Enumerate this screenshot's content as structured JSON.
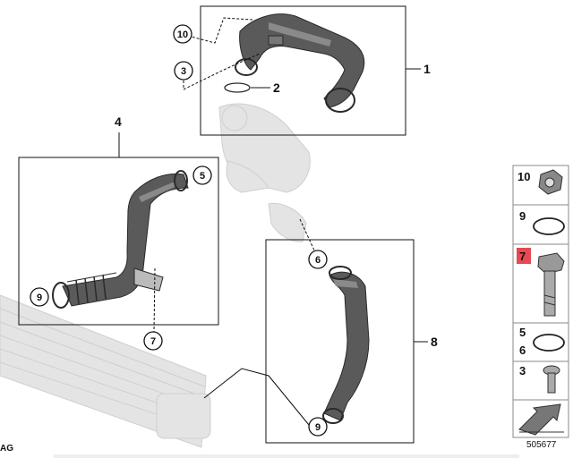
{
  "diagram_id": "505677",
  "corner_text": "AG",
  "main_labels": {
    "hose_upper": "1",
    "seal_upper": "2",
    "assembly_left": "4",
    "assembly_right": "8"
  },
  "callouts": {
    "c10": "10",
    "c3": "3",
    "c5": "5",
    "c9_left": "9",
    "c7": "7",
    "c6": "6",
    "c9_right": "9"
  },
  "legend": [
    {
      "label": "10",
      "highlight": false,
      "icon": "nut-icon"
    },
    {
      "label": "9",
      "highlight": false,
      "icon": "o-ring-icon"
    },
    {
      "label": "7",
      "highlight": true,
      "icon": "bolt-icon"
    },
    {
      "label": "5",
      "label2": "6",
      "highlight": false,
      "icon": "seal-ring-icon"
    },
    {
      "label": "3",
      "highlight": false,
      "icon": "screw-icon"
    },
    {
      "label": "",
      "highlight": false,
      "icon": "arrow-icon"
    }
  ],
  "colors": {
    "highlight": "#e8484f",
    "hose": "#5a5a5a",
    "ghost": "#e4e4e4"
  }
}
